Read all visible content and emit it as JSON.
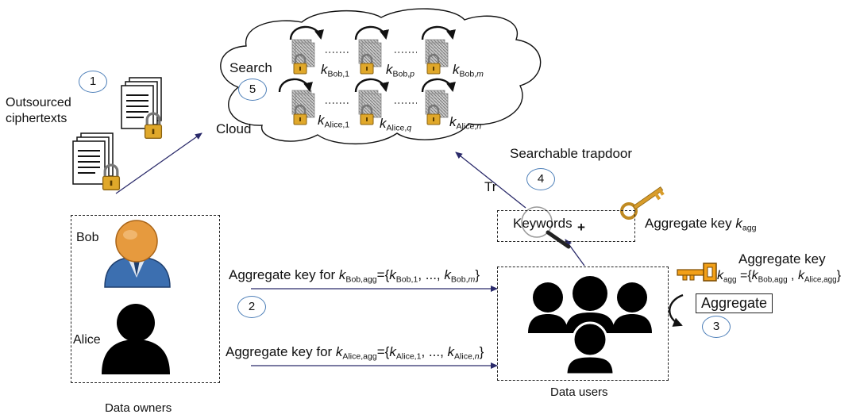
{
  "numbers": {
    "n1": "1",
    "n2": "2",
    "n3": "3",
    "n4": "4",
    "n5": "5"
  },
  "labels": {
    "outsourced_line1": "Outsourced",
    "outsourced_line2": "ciphertexts",
    "cloud": "Cloud",
    "search": "Search",
    "searchable_trapdoor": "Searchable trapdoor",
    "tr": "Tr",
    "keywords": "Keywords",
    "plus": "+",
    "bob": "Bob",
    "alice": "Alice",
    "data_owners": "Data owners",
    "data_users": "Data users",
    "aggregate_button": "Aggregate",
    "aggregate_key_title": "Aggregate key"
  },
  "math": {
    "k": "k",
    "bob1": "Bob,1",
    "bobp": "Bob,",
    "p": "p",
    "bobm": "Bob,",
    "m": "m",
    "alice1": "Alice,1",
    "aliceq": "Alice,",
    "q": "q",
    "alicen": "Alice,",
    "n": "n",
    "agg": "agg",
    "bobagg": "Bob,agg",
    "aliceagg": "Alice,agg",
    "aggkey_prefix": "Aggregate key ",
    "aggkey_for": "Aggregate key for ",
    "eq_open": "={",
    "sep": ", ..., ",
    "comma": " , ",
    "close": "}",
    "eq": " ={"
  },
  "icon_names": [
    "cloud-icon",
    "document-stack-icon",
    "padlock-icon",
    "rotate-arrow-icon",
    "bob-user-icon",
    "alice-user-icon",
    "user-group-icon",
    "magnifier-icon",
    "gold-key-icon",
    "orange-key-icon"
  ]
}
